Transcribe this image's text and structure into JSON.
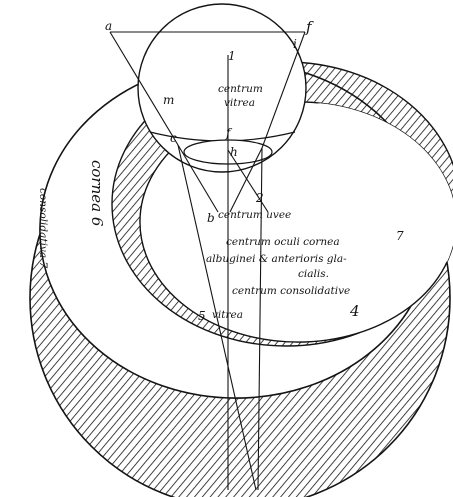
{
  "colors": {
    "ink": "#141414",
    "paper": "#ffffff",
    "background_texture": "#f3f3f3"
  },
  "letters": {
    "a": "a",
    "f_top": "f",
    "i_top": "i",
    "one": "1",
    "m": "m",
    "c": "c",
    "f_mid": "f",
    "h": "h",
    "two": "2",
    "b": "b",
    "five": "5",
    "four": "4",
    "seven": "7"
  },
  "labels": {
    "centrum_vitrea_1": "centrum",
    "centrum_vitrea_2": "vitrea",
    "centrum_uvee": "centrum uvee",
    "centrum_cornea_1": "centrum oculi cornea",
    "centrum_cornea_2": "albuginei & anterioris gla-",
    "centrum_cornea_3": "cialis.",
    "centrum_consolidative": "centrum consolidative",
    "vitrea_bottom": "vitrea",
    "cornea_6": "cornea 6",
    "consolidativa": "consolidativa 7"
  }
}
